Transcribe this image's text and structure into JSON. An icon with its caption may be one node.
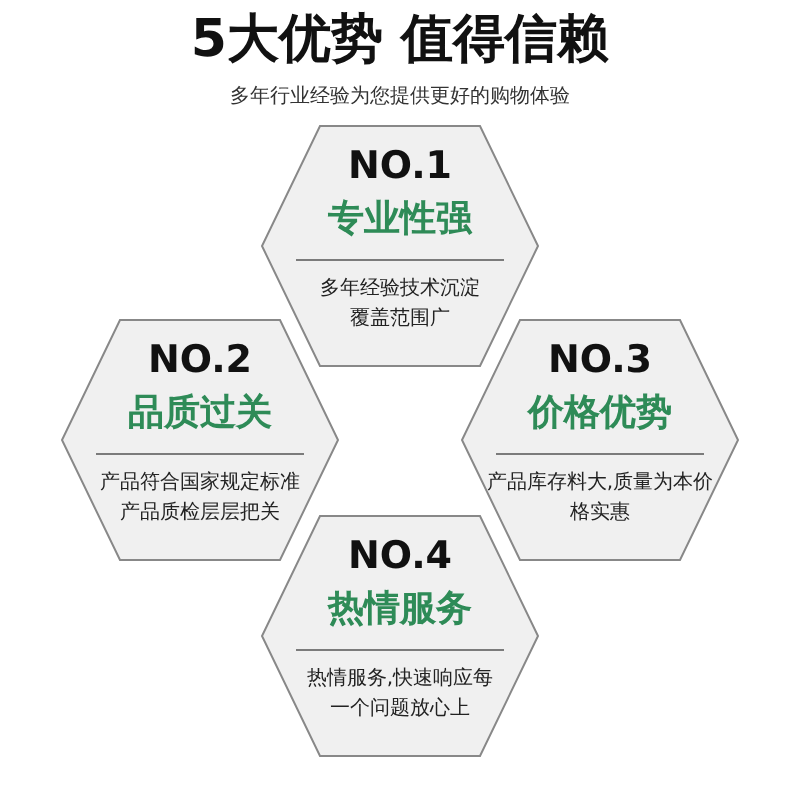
{
  "diagram": {
    "title": "5大优势 值得信赖",
    "nodes": [
      {
        "text": [
          "NO.1",
          "专业性强",
          "多年经验技术沉淀覆盖范围广"
        ]
      },
      {
        "text": [
          "NO.2",
          "品质过关",
          "产品符合国家规定标准产品质检层层把关"
        ]
      },
      {
        "text": [
          "NO.3",
          "价格优势",
          "产品库存料大,质量为本价格实惠"
        ]
      },
      {
        "text": [
          "NO.4",
          "热情服务",
          "热情服务,快速响应每一个问题放心上"
        ]
      }
    ],
    "labels": [
      "多年行业经验为您提供更好的购物体验"
    ]
  }
}
